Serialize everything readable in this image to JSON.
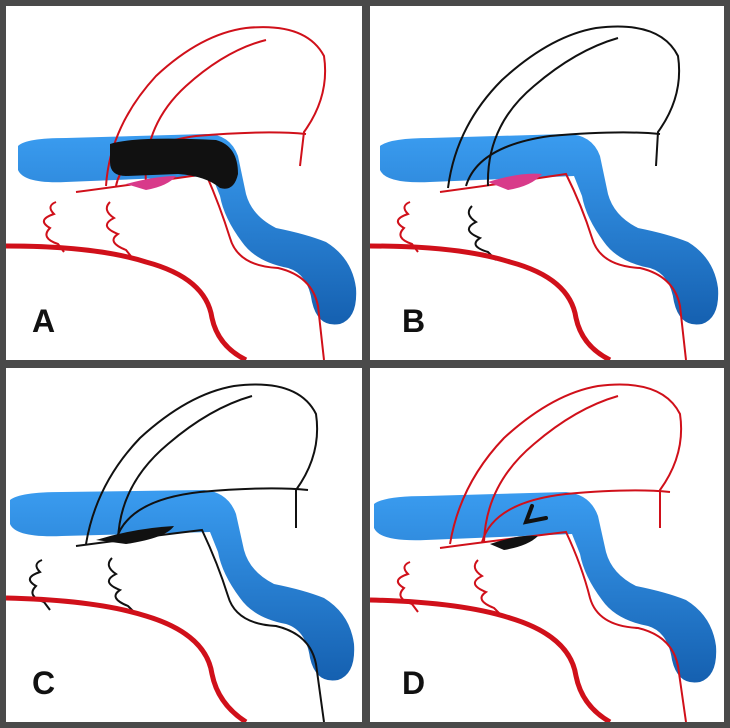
{
  "panels": [
    {
      "id": "A",
      "label": "A"
    },
    {
      "id": "B",
      "label": "B"
    },
    {
      "id": "C",
      "label": "C"
    },
    {
      "id": "D",
      "label": "D"
    }
  ],
  "colors": {
    "background": "#4a4a4a",
    "panel": "#ffffff",
    "vessel_red": "#d0101a",
    "venous_blue": "#1f7fd6",
    "occlusion_black": "#111111",
    "clot_pink": "#d83a8a"
  }
}
